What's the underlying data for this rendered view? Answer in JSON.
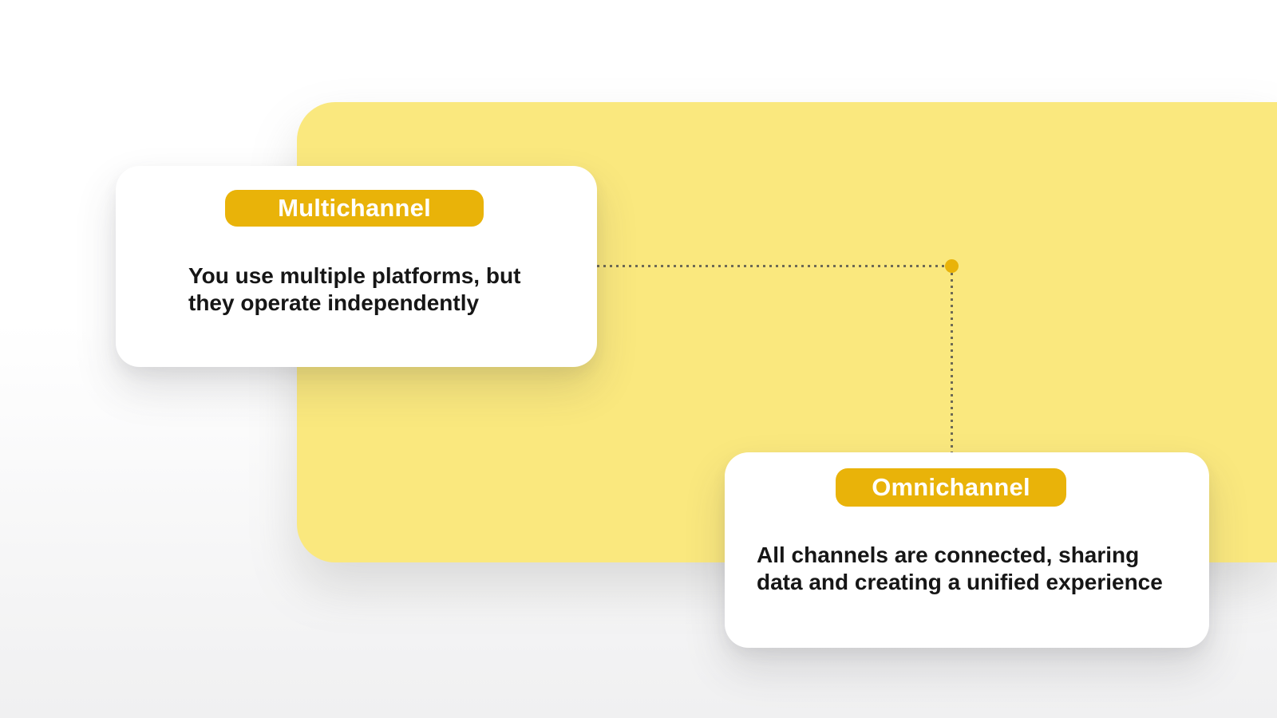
{
  "palette": {
    "canvas_yellow": "#FAE87E",
    "badge_gold": "#E9B309",
    "card_white": "#FFFFFF",
    "text_dark": "#161616",
    "connector": "#6D6A55"
  },
  "cards": {
    "multichannel": {
      "badge_label": "Multichannel",
      "description": "You use multiple platforms, but\nthey operate independently"
    },
    "omnichannel": {
      "badge_label": "Omnichannel",
      "description": "All channels are connected, sharing\ndata and creating a unified experience"
    }
  }
}
